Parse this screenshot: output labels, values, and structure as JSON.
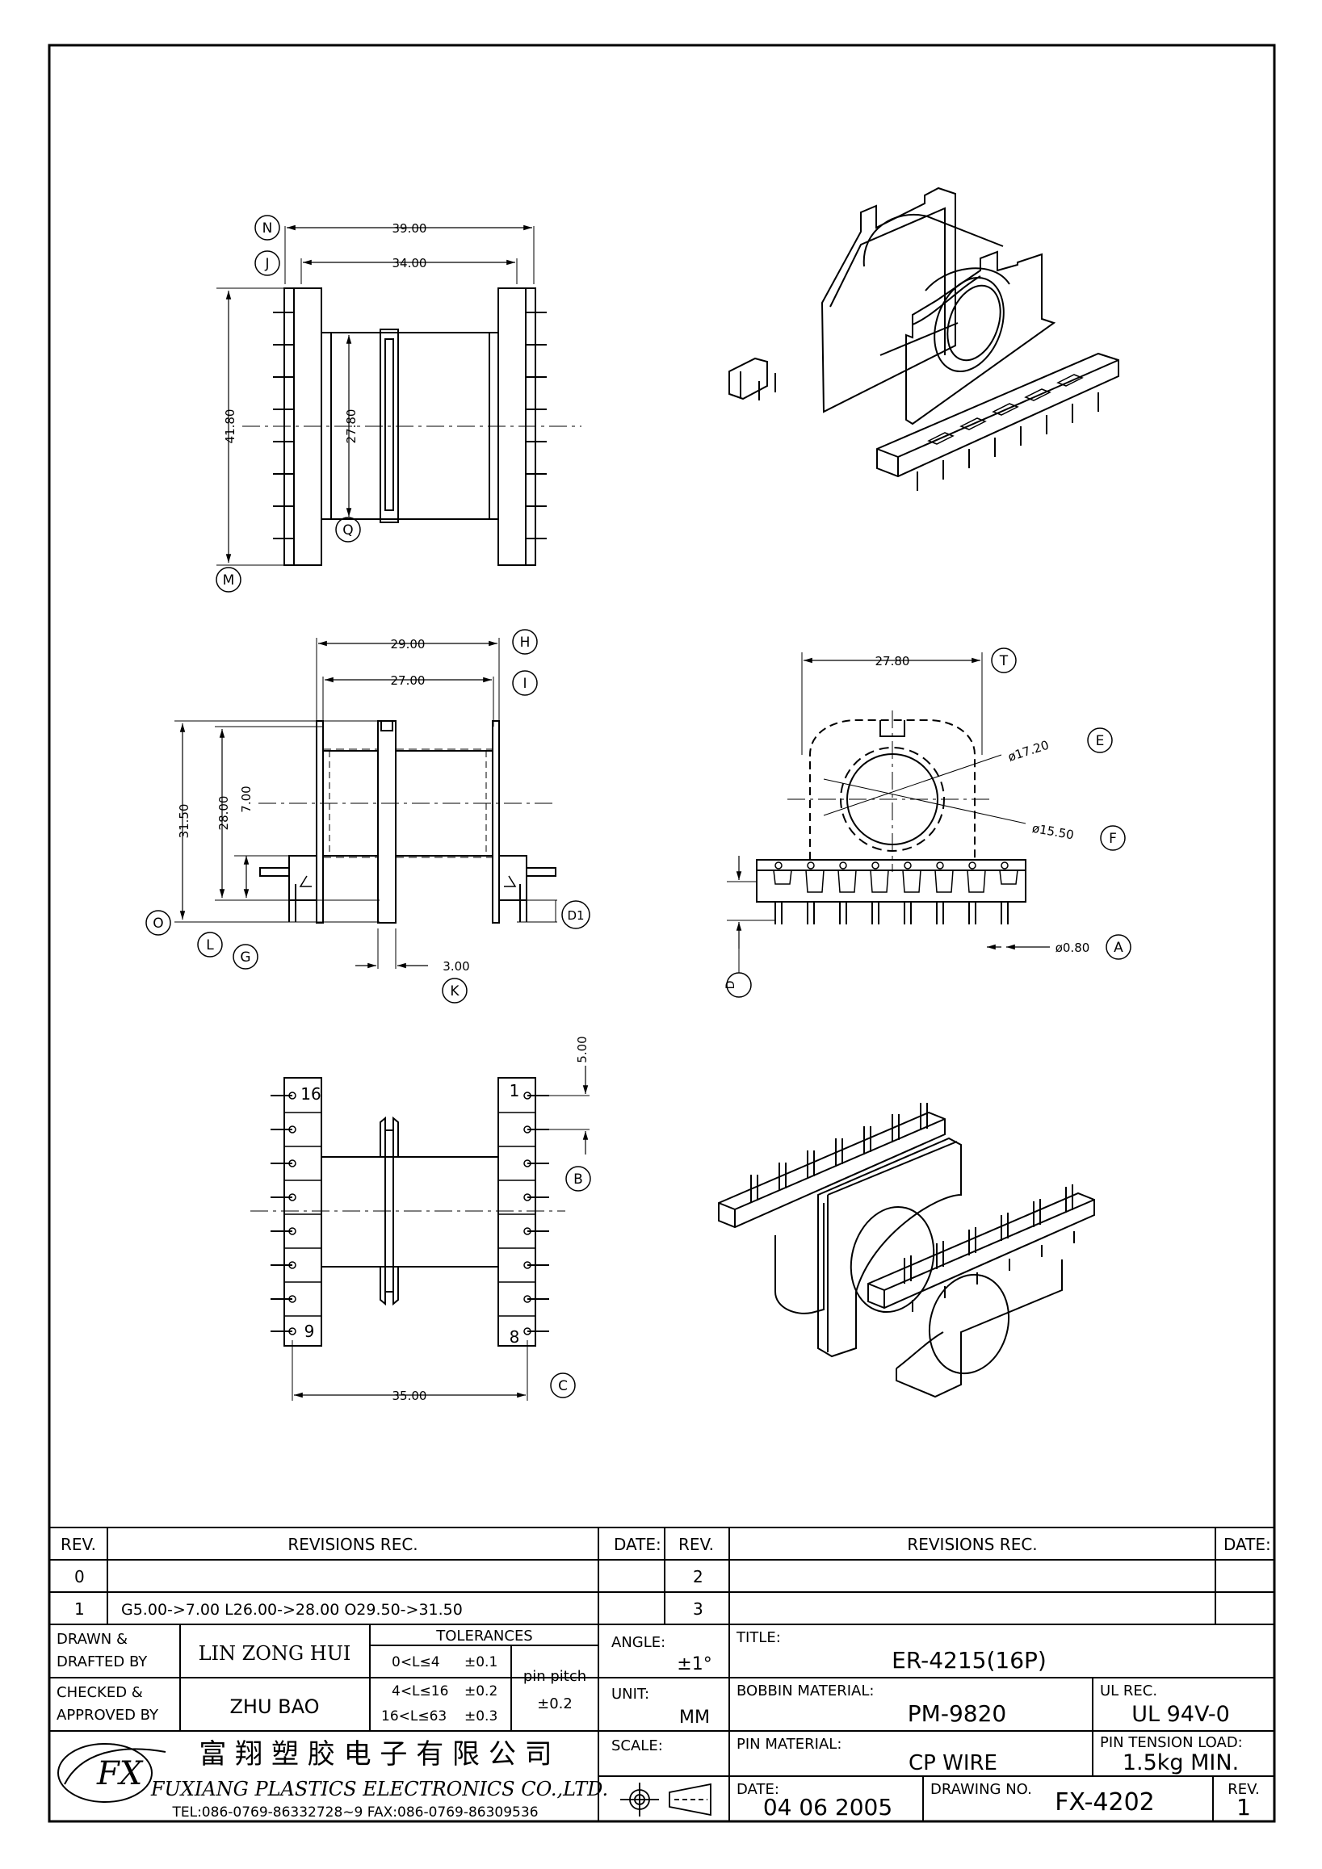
{
  "drawing": {
    "callouts": [
      "N",
      "J",
      "M",
      "Q",
      "H",
      "I",
      "O",
      "L",
      "G",
      "K",
      "D1",
      "T",
      "E",
      "F",
      "A",
      "D",
      "B",
      "C"
    ],
    "dims": {
      "top_39": "39.00",
      "top_34": "34.00",
      "top_41_80": "41.80",
      "top_27_80": "27.80",
      "side_29": "29.00",
      "side_27": "27.00",
      "side_31_50": "31.50",
      "side_28": "28.00",
      "side_7": "7.00",
      "side_3": "3.00",
      "front_27_80": "27.80",
      "front_d17": "ø17.20",
      "front_d15": "ø15.50",
      "front_d080": "ø0.80",
      "bottom_5": "5.00",
      "bottom_35": "35.00"
    },
    "pins": {
      "p16": "16",
      "p1": "1",
      "p9": "9",
      "p8": "8"
    }
  },
  "title_block": {
    "rev_header": "REV.",
    "revisions_header": "REVISIONS  REC.",
    "date_header": "DATE:",
    "rev_rows_left": [
      {
        "rev": "0",
        "text": ""
      },
      {
        "rev": "1",
        "text": "G5.00->7.00  L26.00->28.00  O29.50->31.50"
      }
    ],
    "rev_rows_right": [
      {
        "rev": "2",
        "text": ""
      },
      {
        "rev": "3",
        "text": ""
      }
    ],
    "drawn_label": "DRAWN &\nDRAFTED BY",
    "drawn_by": "LIN ZONG HUI",
    "checked_label": "CHECKED &\nAPPROVED BY",
    "checked_by": "ZHU BAO",
    "tolerances_label": "TOLERANCES",
    "tol_1": "0<L≤4",
    "tol_1v": "±0.1",
    "tol_2": "4<L≤16",
    "tol_2v": "±0.2",
    "tol_3": "16<L≤63",
    "tol_3v": "±0.3",
    "pin_pitch_label": "pin pitch",
    "pin_pitch_value": "±0.2",
    "angle_label": "ANGLE:",
    "angle_value": "±1°",
    "unit_label": "UNIT:",
    "unit_value": "MM",
    "scale_label": "SCALE:",
    "title_label": "TITLE:",
    "title_value": "ER-4215(16P)",
    "bobbin_label": "BOBBIN MATERIAL:",
    "bobbin_value": "PM-9820",
    "ul_label": "UL REC.",
    "ul_value": "UL 94V-0",
    "pin_label": "PIN MATERIAL:",
    "pin_value": "CP WIRE",
    "tension_label": "PIN TENSION LOAD:",
    "tension_value": "1.5kg MIN.",
    "date_label": "DATE:",
    "date_value": "04 06 2005",
    "drawing_no_label": "DRAWING NO.",
    "drawing_no_value": "FX-4202",
    "rev_label": "REV.",
    "rev_value": "1",
    "company_cn": "富 翔 塑 胶 电 子 有 限 公 司",
    "company_en": "FUXIANG PLASTICS ELECTRONICS CO.,LTD.",
    "contact": "TEL:086-0769-86332728~9  FAX:086-0769-86309536",
    "logo_text": "FX"
  }
}
